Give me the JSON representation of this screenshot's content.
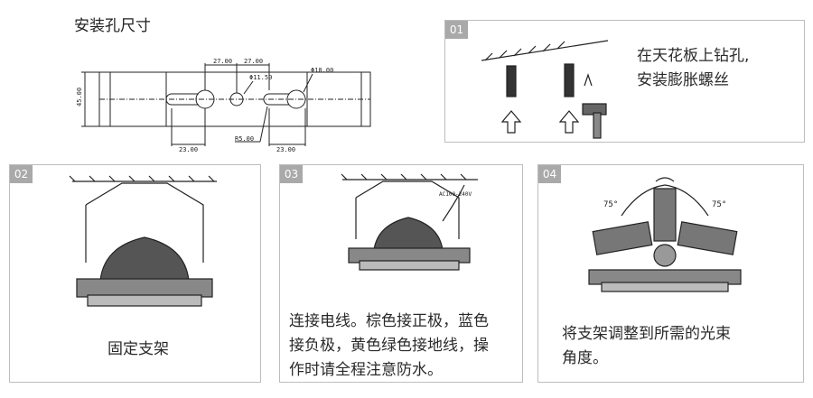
{
  "section_title": "安装孔尺寸",
  "dimension_labels": {
    "top_left": "27.00",
    "top_right": "27.00",
    "hole_small": "Φ11.50",
    "hole_large": "Φ18.00",
    "height": "45.00",
    "bottom_left": "23.00",
    "radius": "R5.00",
    "bottom_right": "23.00"
  },
  "steps": [
    {
      "num": "01",
      "text_lines": [
        "在天花板上钻孔,",
        "安装膨胀螺丝"
      ]
    },
    {
      "num": "02",
      "text_lines": [
        "固定支架"
      ]
    },
    {
      "num": "03",
      "text_lines": [
        "连接电线。棕色接正极，蓝色",
        "接负极，黄色绿色接地线，操",
        "作时请全程注意防水。"
      ],
      "wire_label": "AC100-240V"
    },
    {
      "num": "04",
      "text_lines": [
        "将支架调整到所需的光束",
        "角度。"
      ],
      "angle_labels": [
        "75°",
        "75°"
      ]
    }
  ]
}
